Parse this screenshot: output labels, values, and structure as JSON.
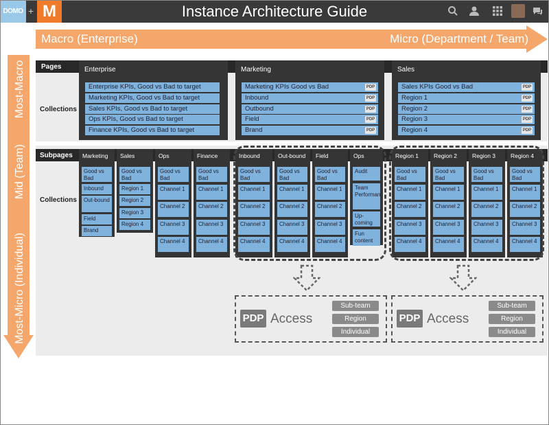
{
  "header": {
    "domo_label": "DOMO",
    "plus": "+",
    "m_logo": "M",
    "title": "Instance Architecture Guide"
  },
  "axes": {
    "horizontal_left": "Macro (Enterprise)",
    "horizontal_right": "Micro (Department / Team)",
    "vertical_top": "Most-Macro",
    "vertical_mid": "Mid (Team)",
    "vertical_bottom": "Most-Micro (Individual)"
  },
  "pages_label": "Pages",
  "collections_label": "Collections",
  "subpages_label": "Subpages",
  "pdp_tag": "PDP",
  "pages": [
    {
      "title": "Enterprise",
      "items": [
        {
          "label": "Enterprise KPIs, Good vs Bad to target",
          "pdp": false
        },
        {
          "label": "Marketing KPIs, Good vs Bad to target",
          "pdp": false
        },
        {
          "label": "Sales KPIs, Good vs Bad to target",
          "pdp": false
        },
        {
          "label": "Ops KPIs, Good vs Bad to target",
          "pdp": false
        },
        {
          "label": "Finance KPIs, Good vs Bad to target",
          "pdp": false
        }
      ]
    },
    {
      "title": "Marketing",
      "items": [
        {
          "label": "Marketing KPIs Good vs Bad",
          "pdp": true
        },
        {
          "label": "Inbound",
          "pdp": true
        },
        {
          "label": "Outbound",
          "pdp": true
        },
        {
          "label": "Field",
          "pdp": true
        },
        {
          "label": "Brand",
          "pdp": true
        }
      ]
    },
    {
      "title": "Sales",
      "items": [
        {
          "label": "Sales KPIs Good vs Bad",
          "pdp": true
        },
        {
          "label": "Region 1",
          "pdp": true
        },
        {
          "label": "Region 2",
          "pdp": true
        },
        {
          "label": "Region 3",
          "pdp": true
        },
        {
          "label": "Region 4",
          "pdp": true
        }
      ]
    }
  ],
  "subpages": [
    {
      "title": "Marketing",
      "items": [
        "Good vs Bad",
        "Inbound",
        "Out-bound",
        "Field",
        "Brand"
      ]
    },
    {
      "title": "Sales",
      "items": [
        "Good vs Bad",
        "Region 1",
        "Region 2",
        "Region 3",
        "Region 4"
      ]
    },
    {
      "title": "Ops",
      "items": [
        "Good vs Bad",
        "Channel 1",
        "Channel 2",
        "Channel 3",
        "Channel 4"
      ]
    },
    {
      "title": "Finance",
      "items": [
        "Good vs Bad",
        "Channel 1",
        "Channel 2",
        "Channel 3",
        "Channel 4"
      ]
    },
    {
      "title": "Inbound",
      "items": [
        "Good vs Bad",
        "Channel 1",
        "Channel 2",
        "Channel 3",
        "Channel 4"
      ]
    },
    {
      "title": "Out-bound",
      "items": [
        "Good vs Bad",
        "Channel 1",
        "Channel 2",
        "Channel 3",
        "Channel 4"
      ]
    },
    {
      "title": "Field",
      "items": [
        "Good vs Bad",
        "Channel 1",
        "Channel 2",
        "Channel 3",
        "Channel 4"
      ]
    },
    {
      "title": "Ops",
      "items": [
        "Audit",
        "Team Performance",
        "Up-coming",
        "Fun content"
      ]
    },
    {
      "title": "Region 1",
      "items": [
        "Good vs Bad",
        "Channel 1",
        "Channel 2",
        "Channel 3",
        "Channel 4"
      ]
    },
    {
      "title": "Region 2",
      "items": [
        "Good vs Bad",
        "Channel 1",
        "Channel 2",
        "Channel 3",
        "Channel 4"
      ]
    },
    {
      "title": "Region 3",
      "items": [
        "Good vs Bad",
        "Channel 1",
        "Channel 2",
        "Channel 3",
        "Channel 4"
      ]
    },
    {
      "title": "Region 4",
      "items": [
        "Good vs Bad",
        "Channel 1",
        "Channel 2",
        "Channel 3",
        "Channel 4"
      ]
    }
  ],
  "access_boxes": [
    {
      "pdp": "PDP",
      "label": "Access",
      "levels": [
        "Sub-team",
        "Region",
        "Individual"
      ]
    },
    {
      "pdp": "PDP",
      "label": "Access",
      "levels": [
        "Sub-team",
        "Region",
        "Individual"
      ]
    }
  ],
  "colors": {
    "arrow": "#f5a66a",
    "blue_box": "#7fb3de",
    "dark": "#353535",
    "domo_tile": "#99c8e8",
    "m_tile": "#f07c2a"
  }
}
